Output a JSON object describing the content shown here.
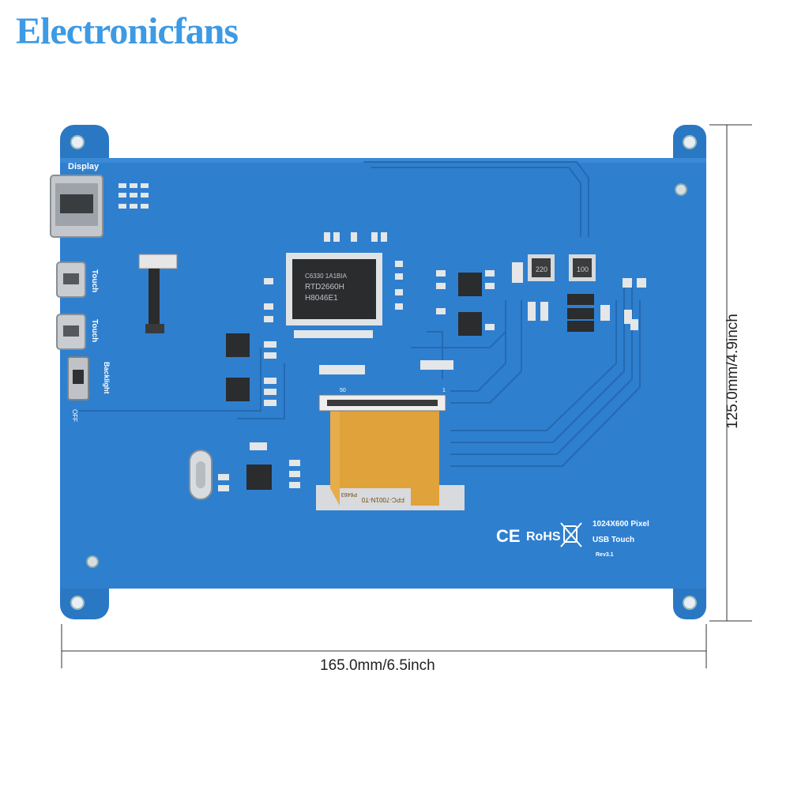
{
  "brand": {
    "logo_text": "Electronicfans",
    "color": "#3d9ae4"
  },
  "board": {
    "color": "#2f7fcf",
    "labels": {
      "display": "Display",
      "touch_1": "Touch",
      "touch_2": "Touch",
      "backlight": "Backlight",
      "off": "OFF",
      "pixel": "1024X600 Pixel",
      "usb_touch": "USB Touch",
      "rev": "Rev3.1",
      "ce": "CE",
      "rohs": "RoHS",
      "chip_main_1": "RTD2660H",
      "chip_main_2": "H8046E1",
      "chip_main_3": "C6330 1A1BIA",
      "ind_1": "220",
      "ind_2": "100",
      "fpc_pin_1": "1",
      "fpc_pin_50": "50",
      "fpc_text": "FPC-7001N-T0",
      "crystal_pin": "P6463"
    }
  },
  "dimensions": {
    "width": "165.0mm/6.5inch",
    "height": "125.0mm/4.9inch"
  }
}
